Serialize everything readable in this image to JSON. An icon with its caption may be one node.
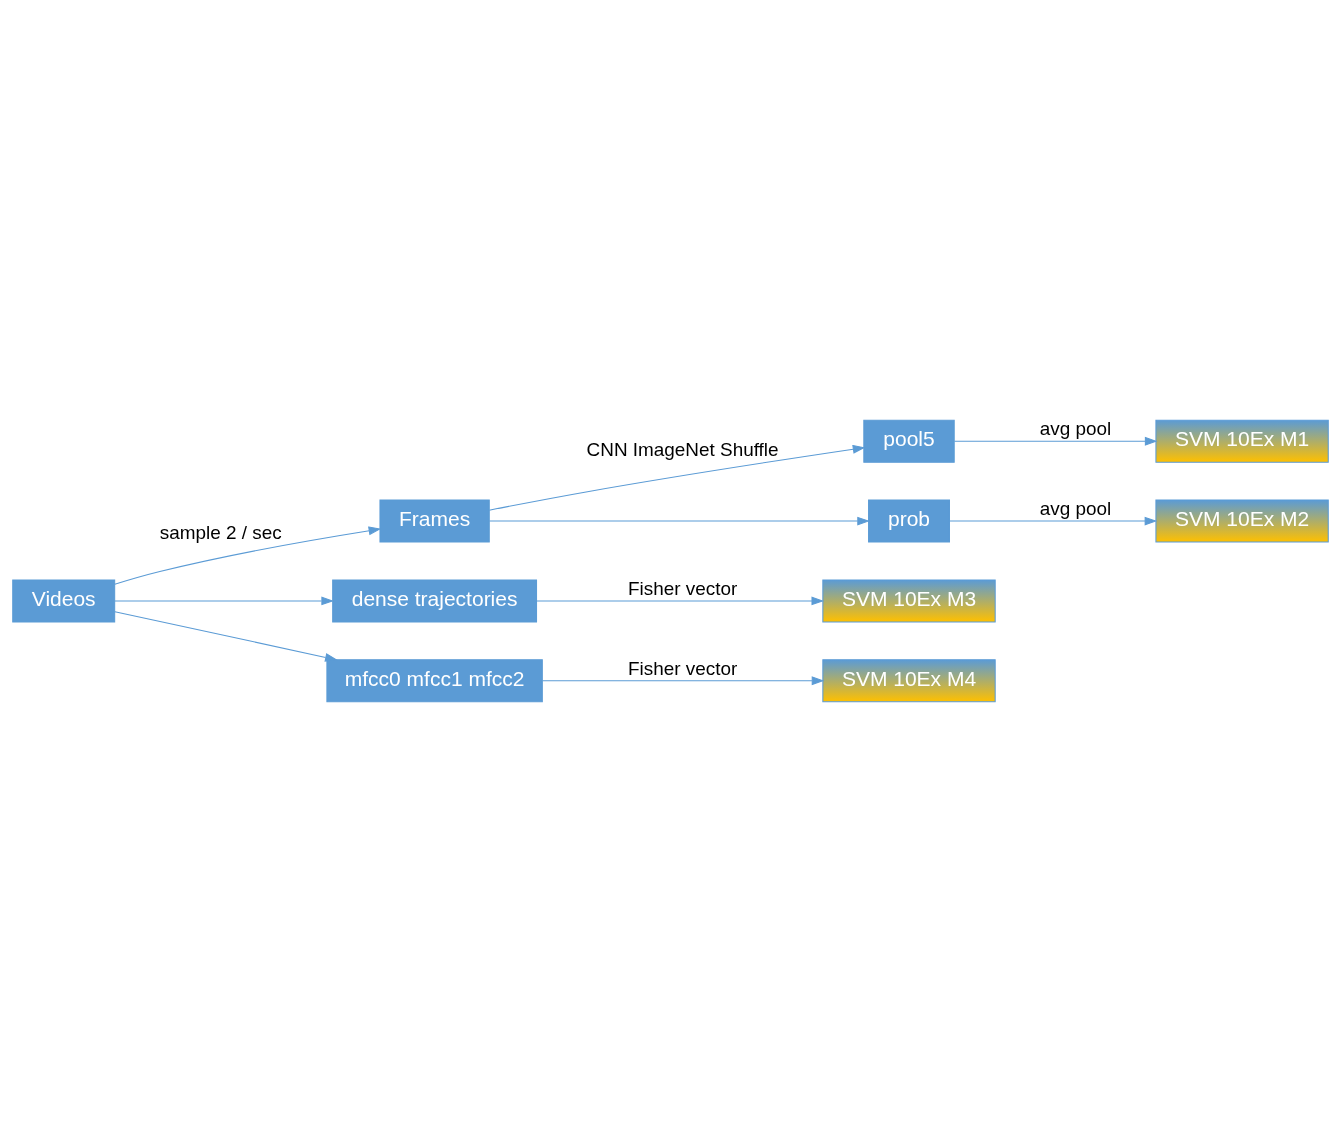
{
  "diagram": {
    "nodes": [
      {
        "text": [
          "Videos"
        ]
      },
      {
        "text": [
          "Frames"
        ]
      },
      {
        "text": [
          "pool5"
        ]
      },
      {
        "text": [
          "SVM 10Ex M1"
        ]
      },
      {
        "text": [
          "prob"
        ]
      },
      {
        "text": [
          "SVM 10Ex M2"
        ]
      },
      {
        "text": [
          "dense trajectories"
        ]
      },
      {
        "text": [
          "SVM 10Ex M3"
        ]
      },
      {
        "text": [
          "mfcc0 mfcc1 mfcc2"
        ]
      },
      {
        "text": [
          "SVM 10Ex M4"
        ]
      }
    ],
    "edges": [
      {
        "from": 0,
        "to": 1,
        "arrow": "to",
        "label": "sample 2 / sec"
      },
      {
        "from": 1,
        "to": 2,
        "arrow": "to",
        "label": "CNN ImageNet Shuffle"
      },
      {
        "from": 2,
        "to": 3,
        "arrow": "to",
        "label": "avg pool"
      },
      {
        "from": 1,
        "to": 4,
        "arrow": "to"
      },
      {
        "from": 4,
        "to": 5,
        "arrow": "to",
        "label": "avg pool"
      },
      {
        "from": 0,
        "to": 6,
        "arrow": "to"
      },
      {
        "from": 6,
        "to": 7,
        "arrow": "to",
        "label": "Fisher vector"
      },
      {
        "from": 0,
        "to": 8,
        "arrow": "to"
      },
      {
        "from": 8,
        "to": 9,
        "arrow": "to",
        "label": "Fisher vector"
      }
    ]
  }
}
